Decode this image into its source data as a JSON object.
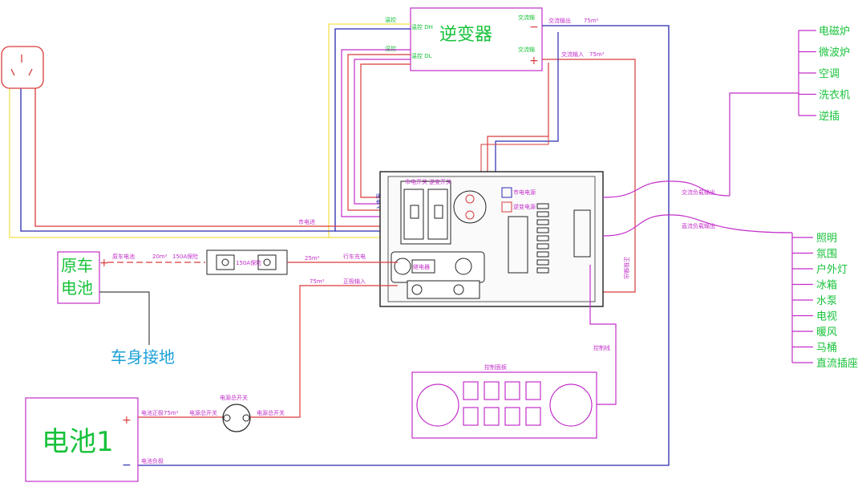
{
  "title_fragment": "",
  "inverter": {
    "label": "逆变器",
    "pin_tl1": "温控 DH",
    "pin_tl2": "温控 DL",
    "pin_r_top": "交流输",
    "pin_r_bot": "交流输",
    "minus": "−",
    "plus": "+"
  },
  "top_wires": {
    "ac_out_label": "交流输出",
    "ac_out_size": "75m²",
    "ac_in_label": "交流输入",
    "ac_in_size": "75m²"
  },
  "left": {
    "in_power": "市电进",
    "outlet_label": "入电源"
  },
  "car_battery": {
    "line1": "原车",
    "line2": "电池",
    "plus": "+",
    "wire_label": "原车电池",
    "size": "20m²",
    "fuse": "150A保险",
    "fuse_box": "150A保险",
    "wire2": "25m²",
    "charge_label": "行车充电"
  },
  "ground": {
    "label": "车身接地"
  },
  "battery": {
    "label": "电池1",
    "plus": "+",
    "minus": "−",
    "pos_label": "电池正极75m²",
    "switch_in": "电源总开关",
    "switch_title": "电源总开关",
    "switch_out": "电源总开关",
    "neg_label": "电池负极"
  },
  "main_box": {
    "breaker1": "市电开关",
    "breaker2": "逆变开关",
    "relay": "继电器",
    "in_size": "75m²",
    "dc_in": "正极输入",
    "switch_label1": "市电电源",
    "switch_label2": "逆变电源",
    "dc_out": "正极输出"
  },
  "control_panel": {
    "label": "控制面板",
    "wire_label": "控制线"
  },
  "ac_output": {
    "label": "交流负载输出",
    "items": [
      "电磁炉",
      "微波炉",
      "空调",
      "洗衣机",
      "逆插"
    ]
  },
  "dc_output": {
    "label": "直流负载输出",
    "items": [
      "照明",
      "氛围",
      "户外灯",
      "冰箱",
      "水泵",
      "电视",
      "暖风",
      "马桶",
      "直流插座"
    ]
  },
  "colors": {
    "magenta": "#c22ec9",
    "red": "#d93b3b",
    "blue": "#2a2ab0",
    "green": "#17c23a",
    "cyan": "#1aa0d8",
    "yellow": "#f5e04a",
    "gray": "#666666",
    "dark": "#222222"
  }
}
